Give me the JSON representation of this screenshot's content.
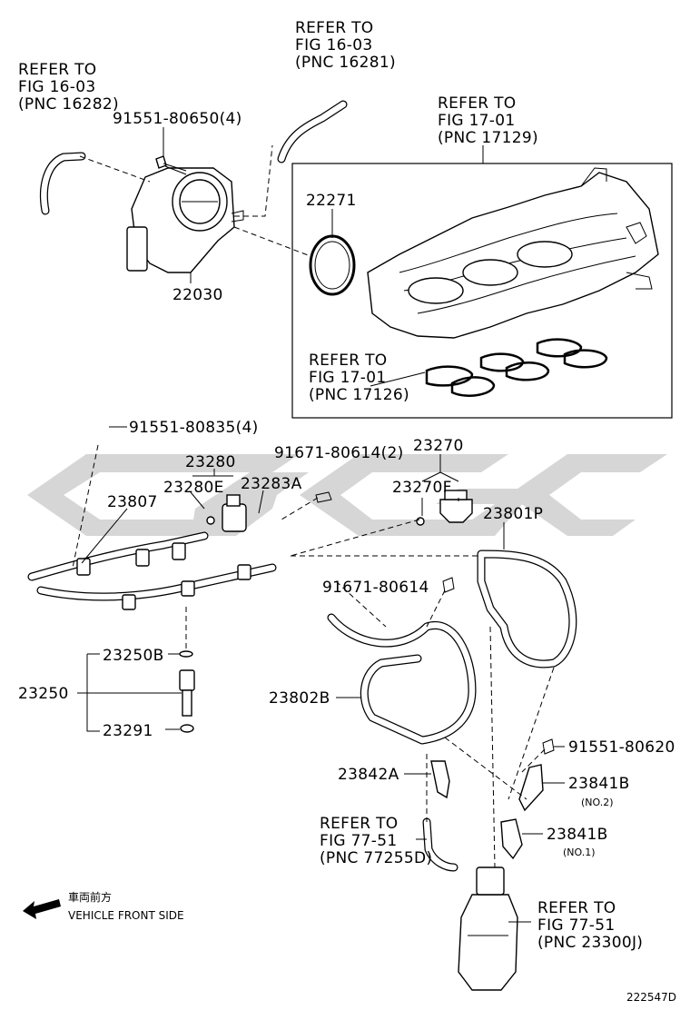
{
  "watermark": {
    "color": "#d6d6d6"
  },
  "references": [
    {
      "id": "ref-16282",
      "lines": [
        "REFER TO",
        "FIG 16-03",
        "(PNC 16282)"
      ]
    },
    {
      "id": "ref-16281",
      "lines": [
        "REFER TO",
        "FIG 16-03",
        "(PNC 16281)"
      ]
    },
    {
      "id": "ref-17129",
      "lines": [
        "REFER TO",
        "FIG 17-01",
        "(PNC 17129)"
      ]
    },
    {
      "id": "ref-17126",
      "lines": [
        "REFER TO",
        "FIG 17-01",
        "(PNC 17126)"
      ]
    },
    {
      "id": "ref-77255",
      "lines": [
        "REFER TO",
        "FIG 77-51",
        "(PNC 77255D)"
      ]
    },
    {
      "id": "ref-23300",
      "lines": [
        "REFER TO",
        "FIG 77-51",
        "(PNC 23300J)"
      ]
    }
  ],
  "parts": {
    "p9155180650": "91551-80650(4)",
    "p22271": "22271",
    "p22030": "22030",
    "p9155180835": "91551-80835(4)",
    "p23280": "23280",
    "p9167180614_2": "91671-80614(2)",
    "p23270": "23270",
    "p23807": "23807",
    "p23280E": "23280E",
    "p23283A": "23283A",
    "p23270F": "23270F",
    "p23801P": "23801P",
    "p9167180614": "91671-80614",
    "p23250B": "23250B",
    "p23250": "23250",
    "p23291": "23291",
    "p23802B": "23802B",
    "p9155180620": "91551-80620",
    "p23842A": "23842A",
    "p23841B_1": "23841B",
    "p23841B_1_note": "(NO.2)",
    "p23841B_2": "23841B",
    "p23841B_2_note": "(NO.1)"
  },
  "direction": {
    "jp": "車両前方",
    "en": "VEHICLE FRONT SIDE"
  },
  "figure_id": "222547D"
}
